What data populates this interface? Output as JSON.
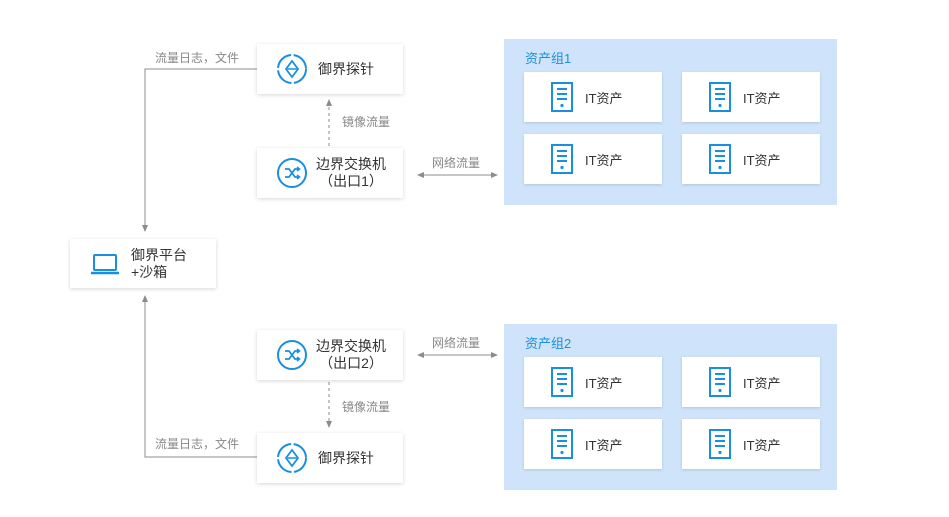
{
  "platform": {
    "line1": "御界平台",
    "line2": "+沙箱"
  },
  "top": {
    "probe_label": "御界探针",
    "switch_line1": "边界交换机",
    "switch_line2": "（出口1）",
    "log_label": "流量日志，文件",
    "mirror_label": "镜像流量",
    "network_label": "网络流量"
  },
  "bottom": {
    "probe_label": "御界探针",
    "switch_line1": "边界交换机",
    "switch_line2": "（出口2）",
    "log_label": "流量日志，文件",
    "mirror_label": "镜像流量",
    "network_label": "网络流量"
  },
  "groups": [
    {
      "title": "资产组1",
      "assets": [
        "IT资产",
        "IT资产",
        "IT资产",
        "IT资产"
      ]
    },
    {
      "title": "资产组2",
      "assets": [
        "IT资产",
        "IT资产",
        "IT资产",
        "IT资产"
      ]
    }
  ],
  "colors": {
    "accent": "#1a8fe0",
    "group_bg": "#cfe4fa",
    "line": "#8c8c8c"
  },
  "icons": {
    "probe": "probe-diamond-icon",
    "switch": "switch-shuffle-icon",
    "platform": "laptop-icon",
    "asset": "server-icon"
  }
}
